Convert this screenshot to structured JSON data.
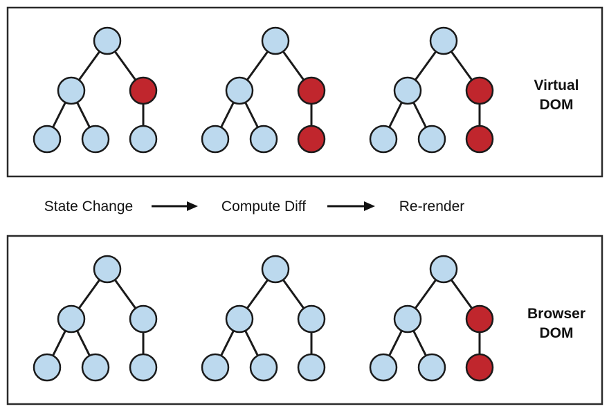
{
  "colors": {
    "node_default": "#bcd9ee",
    "node_changed": "#c0262d",
    "stroke": "#1a1a1a",
    "panel_border": "#2a2a2a"
  },
  "panels": {
    "virtual": {
      "label_line1": "Virtual",
      "label_line2": "DOM",
      "trees": [
        {
          "changed": [
            2
          ]
        },
        {
          "changed": [
            2,
            5
          ]
        },
        {
          "changed": [
            2,
            5
          ]
        }
      ]
    },
    "browser": {
      "label_line1": "Browser",
      "label_line2": "DOM",
      "trees": [
        {
          "changed": []
        },
        {
          "changed": []
        },
        {
          "changed": [
            2,
            5
          ]
        }
      ]
    }
  },
  "steps": {
    "state_change": "State Change",
    "compute_diff": "Compute Diff",
    "re_render": "Re-render"
  },
  "tree_structure": {
    "edges": [
      [
        0,
        1
      ],
      [
        0,
        2
      ],
      [
        1,
        3
      ],
      [
        1,
        4
      ],
      [
        2,
        5
      ]
    ]
  }
}
